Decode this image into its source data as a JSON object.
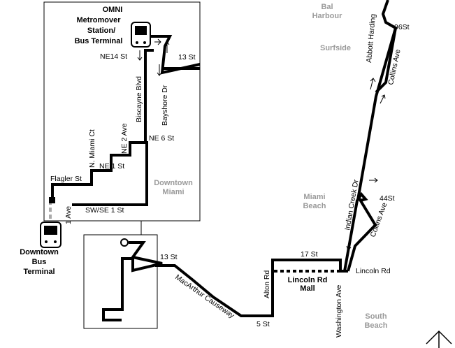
{
  "colors": {
    "route": "#000000",
    "area_label": "#9a9a9a",
    "inactive_dash": "#aaaaaa",
    "background": "#ffffff"
  },
  "icons": [
    "bus-icon",
    "compass-north-icon"
  ],
  "stations": {
    "omni": [
      "OMNI",
      "Metromover",
      "Station/",
      "Bus Terminal"
    ],
    "downtown": [
      "Downtown",
      "Bus",
      "Terminal"
    ],
    "lincoln_mall": [
      "Lincoln Rd",
      "Mall"
    ]
  },
  "areas": {
    "bal_harbour": [
      "Bal",
      "Harbour"
    ],
    "surfside": "Surfside",
    "downtown_miami": [
      "Downtown",
      "Miami"
    ],
    "miami_beach": [
      "Miami",
      "Beach"
    ],
    "south_beach": [
      "South",
      "Beach"
    ]
  },
  "streets": {
    "ne14": "NE14 St",
    "st13_top": "13 St",
    "biscayne": "Biscayne Blvd",
    "bayshore": "Bayshore Dr",
    "ne2ave": "NE 2 Ave",
    "ne6": "NE 6 St",
    "nmiami": "N. Miami Ct",
    "ne1": "NE 1 St",
    "flagler": "Flagler St",
    "ave1": "1 Ave",
    "swse1": "SW/SE 1 St",
    "st13_inset": "13 St",
    "macarthur": "MacArthur  Causeway",
    "alton": "Alton Rd",
    "st5": "5 St",
    "st17": "17 St",
    "washington": "Washington Ave",
    "lincoln": "Lincoln Rd",
    "indian_creek": "Indian Creek Dr",
    "collins1": "Collins Ave",
    "st44": "44St",
    "abbott": "Abbott Harding",
    "collins2": "Collins Ave",
    "st96": "96St"
  }
}
